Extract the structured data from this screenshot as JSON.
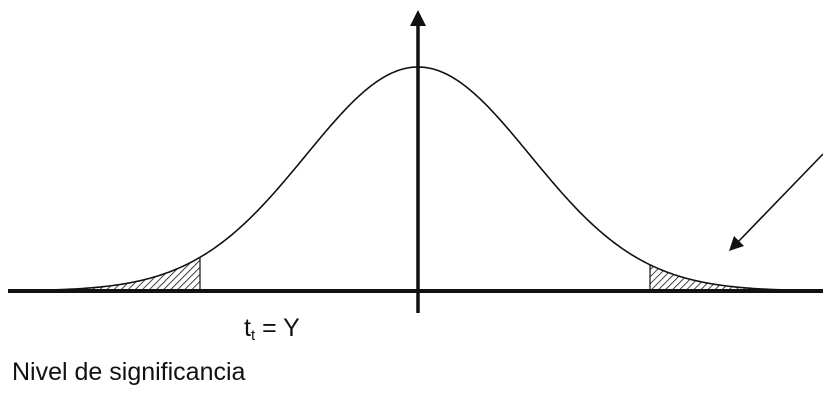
{
  "labels": {
    "critical_value": {
      "main": "t",
      "subscript": "t",
      "rest": " = Y"
    },
    "significance": "Nivel de significancia"
  },
  "colors": {
    "stroke": "#111111",
    "background": "#ffffff"
  }
}
